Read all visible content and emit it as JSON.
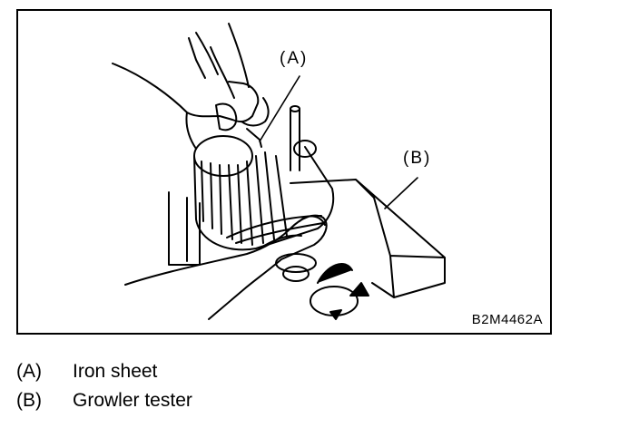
{
  "figure": {
    "callout_a": "(A)",
    "callout_b": "(B)",
    "code": "B2M4462A"
  },
  "legend": [
    {
      "key": "(A)",
      "text": "Iron sheet"
    },
    {
      "key": "(B)",
      "text": "Growler tester"
    }
  ],
  "colors": {
    "ink": "#000000",
    "paper": "#ffffff"
  }
}
